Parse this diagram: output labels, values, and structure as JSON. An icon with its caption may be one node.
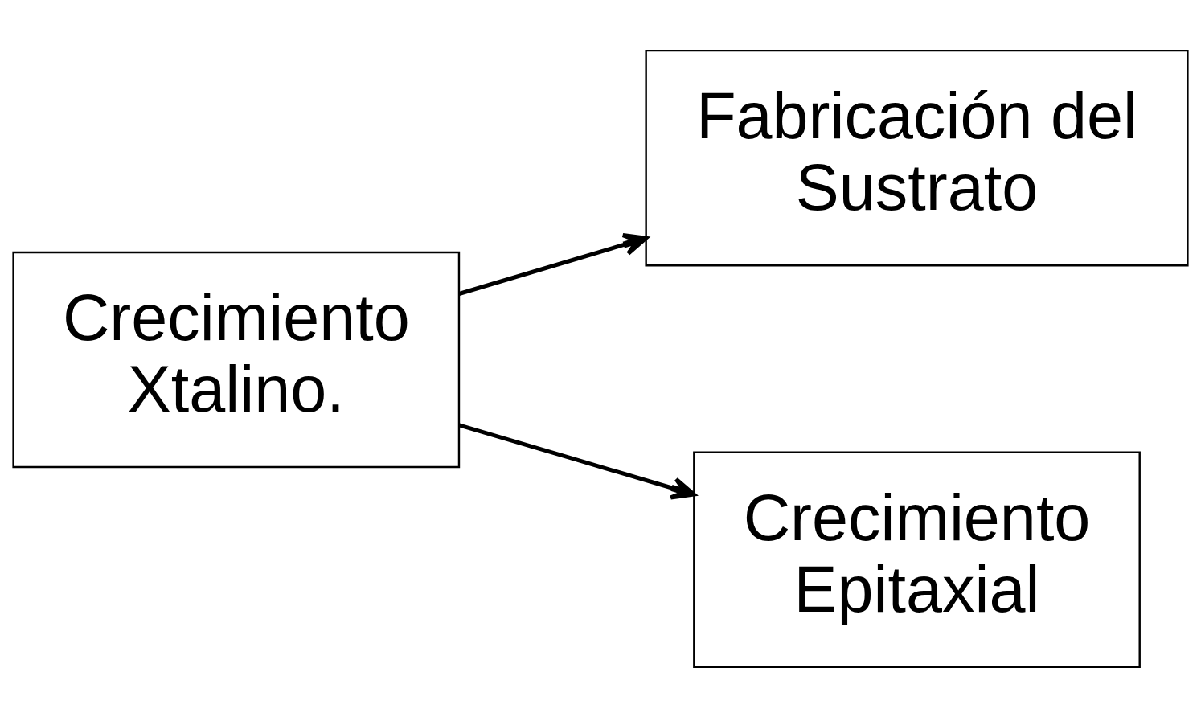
{
  "diagram": {
    "nodes": [
      {
        "text": [
          "Crecimiento Xtalino."
        ]
      },
      {
        "text": [
          "Fabricación del Sustrato"
        ]
      },
      {
        "text": [
          "Crecimiento Epitaxial"
        ]
      }
    ],
    "edges": [
      {
        "from": 0,
        "to": 1,
        "arrow": "to"
      },
      {
        "from": 0,
        "to": 2,
        "arrow": "to"
      }
    ]
  }
}
